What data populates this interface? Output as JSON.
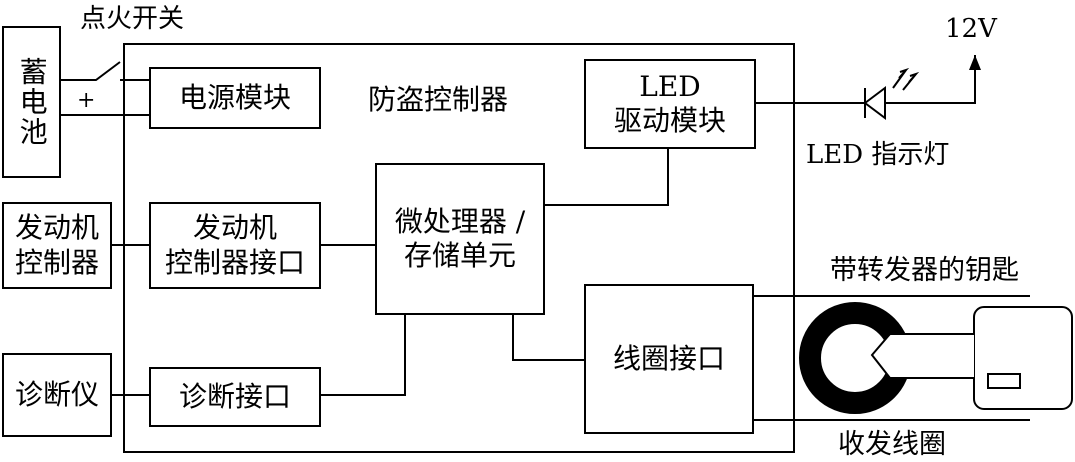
{
  "labels": {
    "ignition_switch": "点火开关",
    "battery": "蓄电池",
    "plus_sign": "+",
    "power_module": "电源模块",
    "controller_title": "防盗控制器",
    "led_driver_line1": "LED",
    "led_driver_line2": "驱动模块",
    "voltage": "12V",
    "led_indicator": "LED 指示灯",
    "engine_controller_line1": "发动机",
    "engine_controller_line2": "控制器",
    "engine_interface_line1": "发动机",
    "engine_interface_line2": "控制器接口",
    "mcu_line1": "微处理器 /",
    "mcu_line2": "存储单元",
    "key_with_transponder": "带转发器的钥匙",
    "diagnostic_tool": "诊断仪",
    "diagnostic_interface": "诊断接口",
    "coil_interface": "线圈接口",
    "transceiver_coil": "收发线圈"
  }
}
